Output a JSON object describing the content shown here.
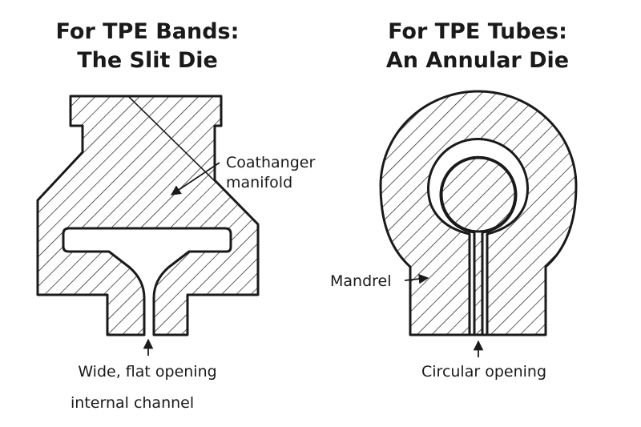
{
  "slit_die": {
    "title_line1": "For TPE Bands:",
    "title_line2": "The Slit Die",
    "manifold_label_line1": "Coathanger",
    "manifold_label_line2": "manifold",
    "opening_label": "Wide, flat opening",
    "channel_label": "internal channel"
  },
  "annular_die": {
    "title_line1": "For TPE Tubes:",
    "title_line2": "An Annular Die",
    "mandrel_label": "Mandrel",
    "opening_label": "Circular opening"
  },
  "colors": {
    "ink": "#1a1a1a",
    "background": "#ffffff"
  }
}
